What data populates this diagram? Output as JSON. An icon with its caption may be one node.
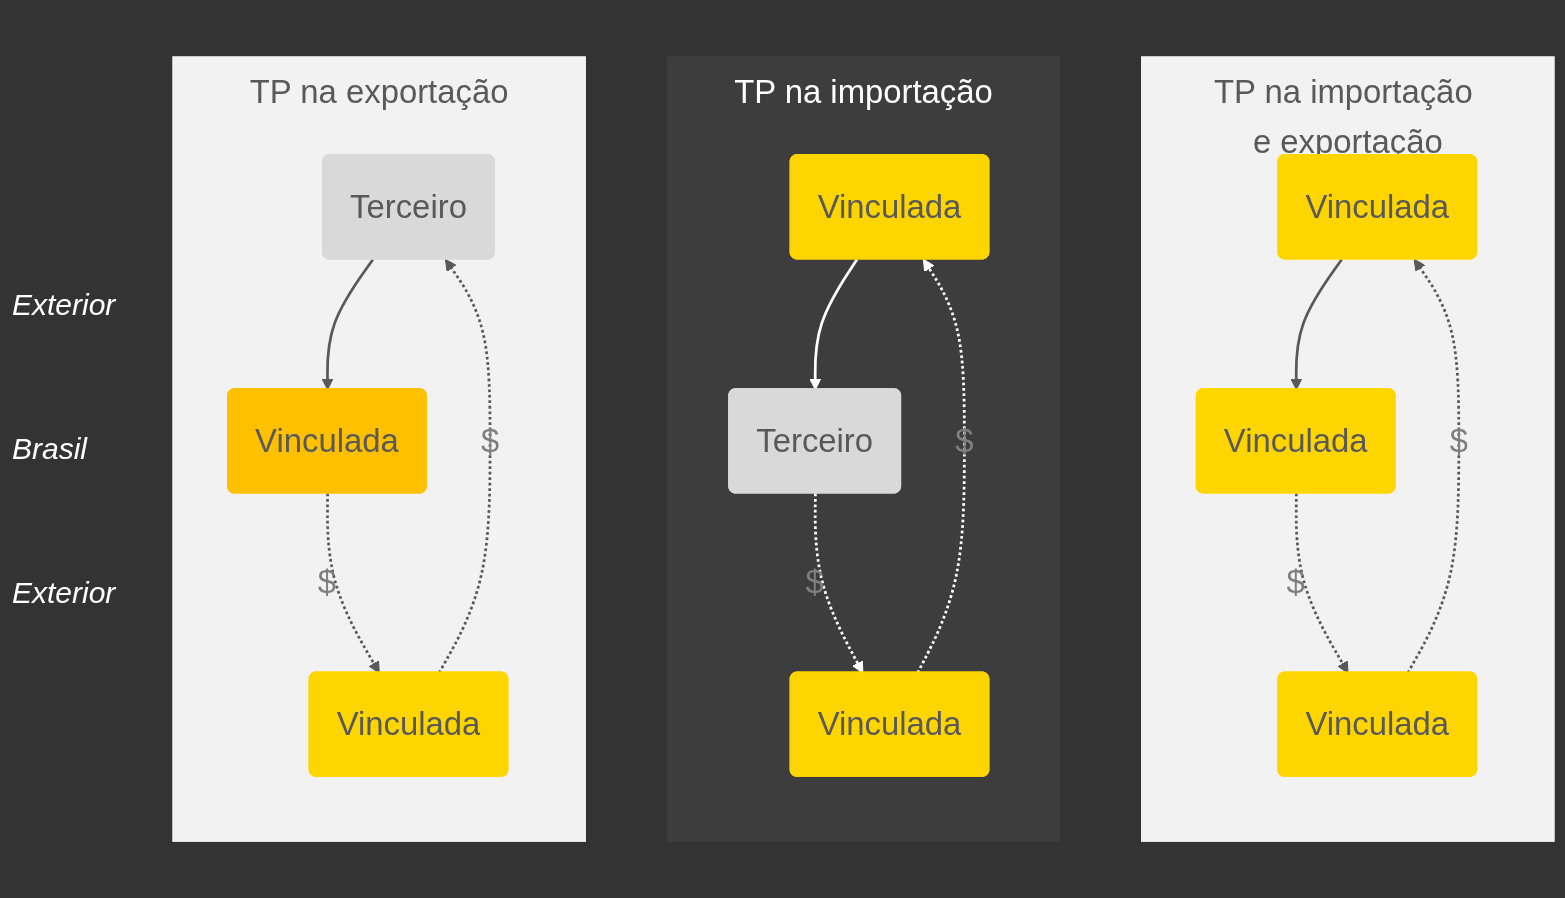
{
  "diagram": {
    "nodes": [
      {
        "text": [
          "TP na importação e exportação"
        ]
      },
      {
        "text": [
          "Vinculada"
        ],
        "in": 0
      },
      {
        "text": [
          "Vinculada"
        ],
        "in": 0
      },
      {
        "text": [
          "Vinculada"
        ],
        "in": 0
      },
      {
        "text": [
          "TP na importação"
        ]
      },
      {
        "text": [
          "Vinculada"
        ],
        "in": 4
      },
      {
        "text": [
          "Vinculada"
        ],
        "in": 4
      },
      {
        "text": [
          "Terceiro"
        ],
        "in": 4
      },
      {
        "text": [
          "TP na exportação"
        ]
      },
      {
        "text": [
          "Terceiro"
        ],
        "in": 8
      },
      {
        "text": [
          "Vinculada"
        ],
        "in": 8
      },
      {
        "text": [
          "Vinculada"
        ],
        "in": 8
      }
    ],
    "edges": [
      {
        "from": 1,
        "to": 3,
        "arrow": "to"
      },
      {
        "from": 3,
        "to": 2,
        "arrow": "to",
        "style": "dashed",
        "label": "$"
      },
      {
        "from": 2,
        "to": 1,
        "arrow": "to",
        "style": "dashed",
        "label": "$"
      },
      {
        "from": 5,
        "to": 7,
        "arrow": "to",
        "color": "#ffffff"
      },
      {
        "from": 7,
        "to": 6,
        "arrow": "to",
        "style": "dashed",
        "label": "$",
        "color": "#ffffff"
      },
      {
        "from": 6,
        "to": 5,
        "arrow": "to",
        "style": "dashed",
        "label": "$",
        "color": "#ffffff"
      },
      {
        "from": 9,
        "to": 11,
        "arrow": "to"
      },
      {
        "from": 11,
        "to": 10,
        "arrow": "to",
        "style": "dashed",
        "label": "$"
      },
      {
        "from": 10,
        "to": 9,
        "arrow": "to",
        "style": "dashed",
        "label": "$"
      }
    ],
    "labels": [
      "Exterior",
      "Brasil",
      "Exterior"
    ]
  }
}
